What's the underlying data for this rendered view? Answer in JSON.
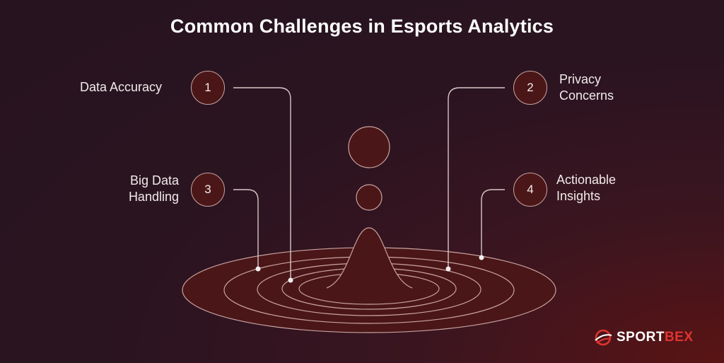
{
  "title": "Common Challenges in Esports Analytics",
  "challenges": [
    {
      "number": "1",
      "label": "Data Accuracy"
    },
    {
      "number": "2",
      "label_line1": "Privacy",
      "label_line2": "Concerns"
    },
    {
      "number": "3",
      "label_line1": "Big Data",
      "label_line2": "Handling"
    },
    {
      "number": "4",
      "label_line1": "Actionable",
      "label_line2": "Insights"
    }
  ],
  "brand": {
    "part1": "SPORT",
    "part2": "BEX",
    "accent": "#e0342f"
  },
  "colors": {
    "fill": "#4a1618",
    "stroke": "#c9a3a0"
  }
}
